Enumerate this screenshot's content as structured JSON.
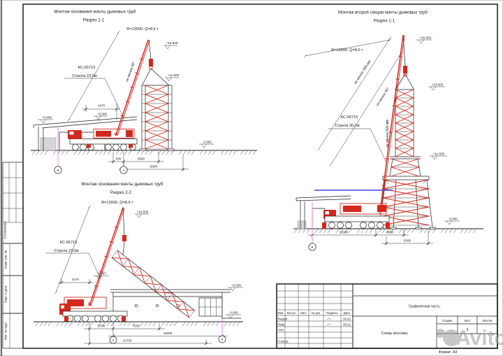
{
  "colors": {
    "crane_red": "#d2281e",
    "level_blue": "#4343d6",
    "axis_magenta": "#ea7ce8",
    "line_black": "#1c1c1c",
    "watermark_gray": "#9a9a9a"
  },
  "stamp": {
    "soglasovano": "Согласовано",
    "vzam_inv": "Взам. инв. №",
    "podp_data": "Подп. и дата",
    "inv_podl": "Инв. № подл."
  },
  "titleblock": {
    "izm": "Изм.",
    "kol_uch": "Кол.уч.",
    "list_col": "Лист",
    "n_dok": "№ док.",
    "podpis": "Подпись",
    "data_col": "Дата",
    "razrab": "Разраб.",
    "prov": "Пров.",
    "gip": "ГИП",
    "n_kontr": "Н.контр.",
    "date_razrab": "09.22",
    "date_prov": "09.22",
    "graph_part": "Графическая часть.",
    "stadia": "Стадия",
    "list_hdr": "Лист",
    "listov": "Листов",
    "sheet_number": "3",
    "doc_title": "Схемы монтажа.",
    "format_label": "Формат: А3"
  },
  "watermark": {
    "brand": "Avito"
  },
  "d1": {
    "title": "Монтаж основания мачты дымовых труб",
    "subtitle": "Разрез 1-1",
    "radius": "R=13000, Q=8,9 т",
    "crane_model": "КС-65715",
    "boom_label": "Стрела 23,0м",
    "angle_note": "не менее 90°",
    "elev_boom": "+18.500",
    "elev_hook": "+11.500",
    "elev_roof": "+5.000",
    "elev_left": "+3.900",
    "elev_zero": "0.000",
    "dim_tail": "4470",
    "dim_a": "500",
    "dim_b": "4950",
    "dim_c": "6300",
    "axis_left": "Б",
    "axis_right": "А"
  },
  "d2": {
    "title": "Монтаж основания мачты дымовых труб",
    "subtitle": "Разрез 2-2",
    "radius": "R=13000, Q=8,9 т",
    "crane_model": "КС-65715",
    "boom_label": "Стрела 23,0м",
    "elev_boom": "+18.500",
    "elev_roof": "+5.000",
    "elev_crane": "0.063",
    "elev_zero": "0.000",
    "dim_tail": "4470",
    "dim_a": "5700",
    "dim_b": "7500",
    "dim_c": "18300",
    "dim_d": "12700",
    "axis_left": "4",
    "axis_right": "8"
  },
  "d3": {
    "title": "Монтаж второй секции мачты дымовых труб",
    "subtitle": "Разрез 1-1",
    "radius": "R=13000, Q=8,5 т",
    "crane_model": "КС-65715",
    "boom_label": "Стрела 30,2м",
    "clearance_note": "не менее 500 мм",
    "angle_note": "не менее 90°",
    "clearance_note2": "не менее 500 мм",
    "elev_top": "+26.500",
    "elev_section": "+23.000",
    "elev_mast": "+11.500",
    "elev_zero": "0.000",
    "dim_a": "11000",
    "dim_b": "4950",
    "dim_c": "6300",
    "axis_left": "Б"
  }
}
